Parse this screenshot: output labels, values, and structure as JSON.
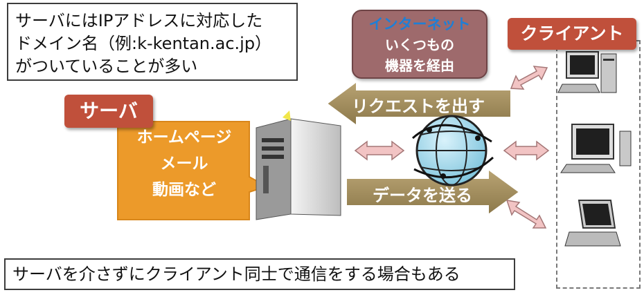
{
  "note": {
    "lines": [
      "サーバにはIPアドレスに対応した",
      "ドメイン名（例:k-kentan.ac.jp）",
      "がついていることが多い"
    ]
  },
  "internet": {
    "title": "インターネット",
    "line1": "いくつもの",
    "line2": "機器を経由"
  },
  "server_label": "サーバ",
  "client_label": "クライアント",
  "server_services": [
    "ホームページ",
    "メール",
    "動画など"
  ],
  "request_arrow": "リクエストを出す",
  "data_arrow": "データを送る",
  "bottom_note": "サーバを介さずにクライアント同士で通信をする場合もある",
  "colors": {
    "label_red": "#c0503b",
    "arrow_olive": "#a08c5c",
    "callout_orange": "#ec9a2a",
    "internet_box": "#9e6a6c",
    "internet_title": "#1e7fd6",
    "double_arrow_pink": "#f2c4c4"
  }
}
